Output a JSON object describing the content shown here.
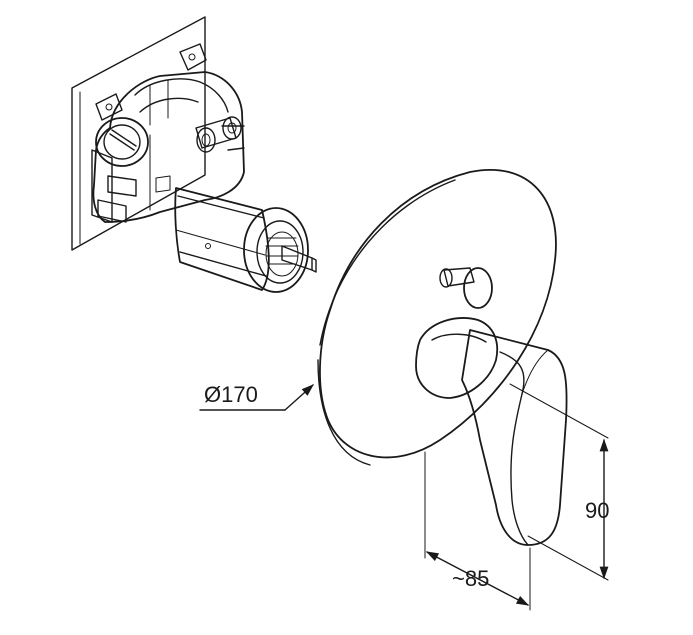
{
  "dimensions": {
    "diameter_label": "Ø170",
    "height_label": "90",
    "depth_label": "~85"
  }
}
